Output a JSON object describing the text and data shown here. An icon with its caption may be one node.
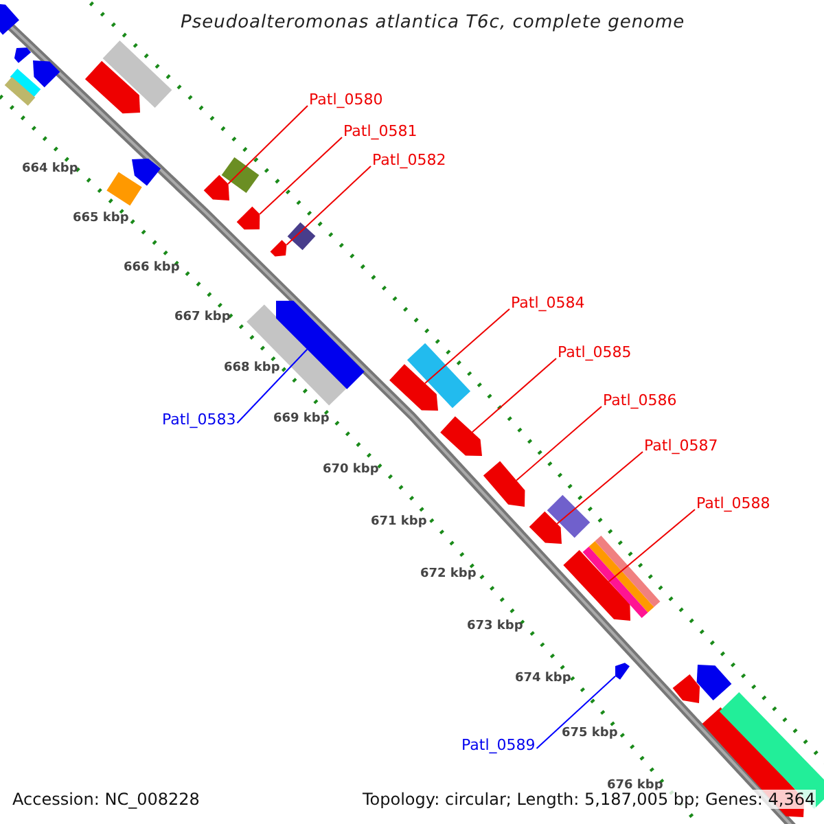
{
  "diagram": {
    "title": "Pseudoalteromonas atlantica T6c, complete genome",
    "nodes": [
      {
        "text": [
          "Patl_0580"
        ]
      },
      {
        "text": [
          "Patl_0581"
        ]
      },
      {
        "text": [
          "Patl_0582"
        ]
      },
      {
        "text": [
          "Patl_0583"
        ]
      },
      {
        "text": [
          "Patl_0584"
        ]
      },
      {
        "text": [
          "Patl_0585"
        ]
      },
      {
        "text": [
          "Patl_0586"
        ]
      },
      {
        "text": [
          "Patl_0587"
        ]
      },
      {
        "text": [
          "Patl_0588"
        ]
      },
      {
        "text": [
          "Patl_0589"
        ]
      },
      {
        "text": [],
        "shape": "bar"
      },
      {
        "text": [],
        "shape": "bar"
      },
      {
        "text": [],
        "shape": "bar"
      },
      {
        "text": [],
        "shape": "bar"
      },
      {
        "text": [],
        "shape": "bar"
      },
      {
        "text": [],
        "shape": "bar"
      },
      {
        "text": [],
        "shape": "bar"
      },
      {
        "text": [],
        "shape": "bar"
      },
      {
        "text": [],
        "shape": "bar"
      },
      {
        "text": [],
        "shape": "bar"
      },
      {
        "text": [],
        "shape": "bar"
      },
      {
        "text": [],
        "shape": "bar"
      },
      {
        "text": [],
        "shape": "bar"
      },
      {
        "text": [],
        "shape": "bar"
      },
      {
        "text": [],
        "shape": "bar"
      },
      {
        "text": [],
        "shape": "bar"
      },
      {
        "text": [],
        "shape": "bar"
      },
      {
        "text": [],
        "shape": "bar"
      },
      {
        "text": [],
        "shape": "bar"
      },
      {
        "text": [],
        "shape": "bar"
      },
      {
        "text": [],
        "shape": "bar"
      },
      {
        "text": [],
        "shape": "bar"
      },
      {
        "text": [],
        "shape": "bar"
      },
      {
        "text": [],
        "shape": "bar"
      },
      {
        "text": [],
        "shape": "bar"
      },
      {
        "text": [],
        "shape": "bar"
      },
      {
        "text": [],
        "shape": "bar"
      },
      {
        "text": [],
        "shape": "bar"
      },
      {
        "text": [],
        "shape": "bar"
      }
    ],
    "edges": [
      {
        "from": 0,
        "to": 19,
        "arrow": "none"
      },
      {
        "from": 1,
        "to": 21,
        "arrow": "none"
      },
      {
        "from": 2,
        "to": 22,
        "arrow": "none"
      },
      {
        "from": 3,
        "to": 25,
        "arrow": "none",
        "color": "#0000ff"
      },
      {
        "from": 4,
        "to": 26,
        "arrow": "none"
      },
      {
        "from": 5,
        "to": 28,
        "arrow": "none"
      },
      {
        "from": 6,
        "to": 29,
        "arrow": "none"
      },
      {
        "from": 7,
        "to": 30,
        "arrow": "none"
      },
      {
        "from": 8,
        "to": 32,
        "arrow": "none"
      },
      {
        "from": 9,
        "to": 34,
        "arrow": "none",
        "color": "#0000ff"
      }
    ],
    "labels": [
      "664 kbp",
      "665 kbp",
      "666 kbp",
      "667 kbp",
      "668 kbp",
      "669 kbp",
      "670 kbp",
      "671 kbp",
      "672 kbp",
      "673 kbp",
      "674 kbp",
      "675 kbp",
      "676 kbp",
      "Accession: NC_008228",
      "Topology: circular; Length: 5,187,005 bp; Genes: 4,364"
    ]
  }
}
